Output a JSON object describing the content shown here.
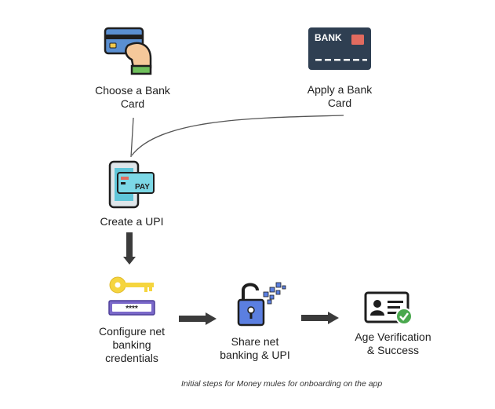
{
  "nodes": {
    "choose_card": {
      "label": "Choose a Bank\nCard"
    },
    "apply_card": {
      "label": "Apply a Bank\nCard",
      "card_text": "BANK"
    },
    "create_upi": {
      "label": "Create a UPI",
      "phone_text": "PAY"
    },
    "configure_net_banking": {
      "label": "Configure net\nbanking\ncredentials",
      "password_mask": "****"
    },
    "share_net_banking": {
      "label": "Share net\nbanking & UPI"
    },
    "age_verification": {
      "label": "Age Verification\n& Success"
    }
  },
  "caption": "Initial steps for Money mules for onboarding on the app",
  "colors": {
    "card_blue": "#5a8fd1",
    "bank_card_dark": "#2f3f52",
    "bank_chip": "#e26b5f",
    "phone_screen": "#5fc6d9",
    "key_yellow": "#f5d53f",
    "password_purple": "#7a68c9",
    "lock_blue": "#5b7fe0",
    "check_green": "#4aa84e",
    "arrow_dark": "#3b3b3b"
  }
}
